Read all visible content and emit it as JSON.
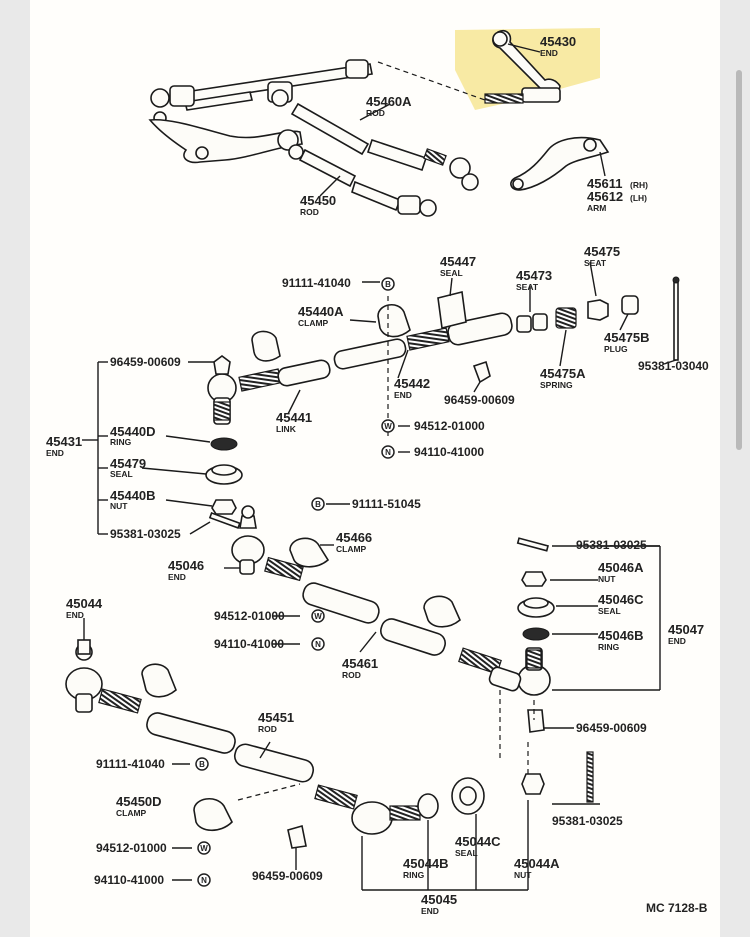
{
  "colors": {
    "highlight": "#f7e89a",
    "ink": "#1b1b1b",
    "paper": "#fffefb"
  },
  "parts": {
    "p45430": {
      "num": "45430",
      "name": "END"
    },
    "p45460A": {
      "num": "45460A",
      "name": "ROD"
    },
    "p45611": {
      "num": "45611",
      "suffix": "(RH)"
    },
    "p45612": {
      "num": "45612",
      "suffix": "(LH)",
      "name": "ARM"
    },
    "p45450": {
      "num": "45450",
      "name": "ROD"
    },
    "p45447": {
      "num": "45447",
      "name": "SEAL"
    },
    "p45475": {
      "num": "45475",
      "name": "SEAT"
    },
    "p45473": {
      "num": "45473",
      "name": "SEAT"
    },
    "p91111_41040a": {
      "num": "91111-41040",
      "badge": "B"
    },
    "p45440A": {
      "num": "45440A",
      "name": "CLAMP"
    },
    "p45475B": {
      "num": "45475B",
      "name": "PLUG"
    },
    "p96459_00609a": {
      "num": "96459-00609"
    },
    "p95381_03040": {
      "num": "95381-03040"
    },
    "p45442": {
      "num": "45442",
      "name": "END"
    },
    "p45475A": {
      "num": "45475A",
      "name": "SPRING"
    },
    "p96459_00609b": {
      "num": "96459-00609"
    },
    "p45441": {
      "num": "45441",
      "name": "LINK"
    },
    "p94512_01000a": {
      "num": "94512-01000",
      "badge": "W"
    },
    "p45431": {
      "num": "45431",
      "name": "END"
    },
    "p45440D": {
      "num": "45440D",
      "name": "RING"
    },
    "p94110_41000a": {
      "num": "94110-41000",
      "badge": "N"
    },
    "p45479": {
      "num": "45479",
      "name": "SEAL"
    },
    "p45440B": {
      "num": "45440B",
      "name": "NUT"
    },
    "p91111_51045": {
      "num": "91111-51045",
      "badge": "B"
    },
    "p95381_03025a": {
      "num": "95381-03025"
    },
    "p45466": {
      "num": "45466",
      "name": "CLAMP"
    },
    "p95381_03025b": {
      "num": "95381-03025"
    },
    "p45046": {
      "num": "45046",
      "name": "END"
    },
    "p45046A": {
      "num": "45046A",
      "name": "NUT"
    },
    "p45044": {
      "num": "45044",
      "name": "END"
    },
    "p94512_01000b": {
      "num": "94512-01000",
      "badge": "W"
    },
    "p45046C": {
      "num": "45046C",
      "name": "SEAL"
    },
    "p94110_41000b": {
      "num": "94110-41000",
      "badge": "N"
    },
    "p45047": {
      "num": "45047",
      "name": "END"
    },
    "p45046B": {
      "num": "45046B",
      "name": "RING"
    },
    "p45461": {
      "num": "45461",
      "name": "ROD"
    },
    "p96459_00609c": {
      "num": "96459-00609"
    },
    "p45451": {
      "num": "45451",
      "name": "ROD"
    },
    "p91111_41040b": {
      "num": "91111-41040",
      "badge": "B"
    },
    "p45450D": {
      "num": "45450D",
      "name": "CLAMP"
    },
    "p95381_03025c": {
      "num": "95381-03025"
    },
    "p94512_01000c": {
      "num": "94512-01000",
      "badge": "W"
    },
    "p45044C": {
      "num": "45044C",
      "name": "SEAL"
    },
    "p96459_00609d": {
      "num": "96459-00609"
    },
    "p94110_41000c": {
      "num": "94110-41000",
      "badge": "N"
    },
    "p45044B": {
      "num": "45044B",
      "name": "RING"
    },
    "p45044A": {
      "num": "45044A",
      "name": "NUT"
    },
    "p45045": {
      "num": "45045",
      "name": "END"
    }
  },
  "figure_code": "MC 7128-B"
}
